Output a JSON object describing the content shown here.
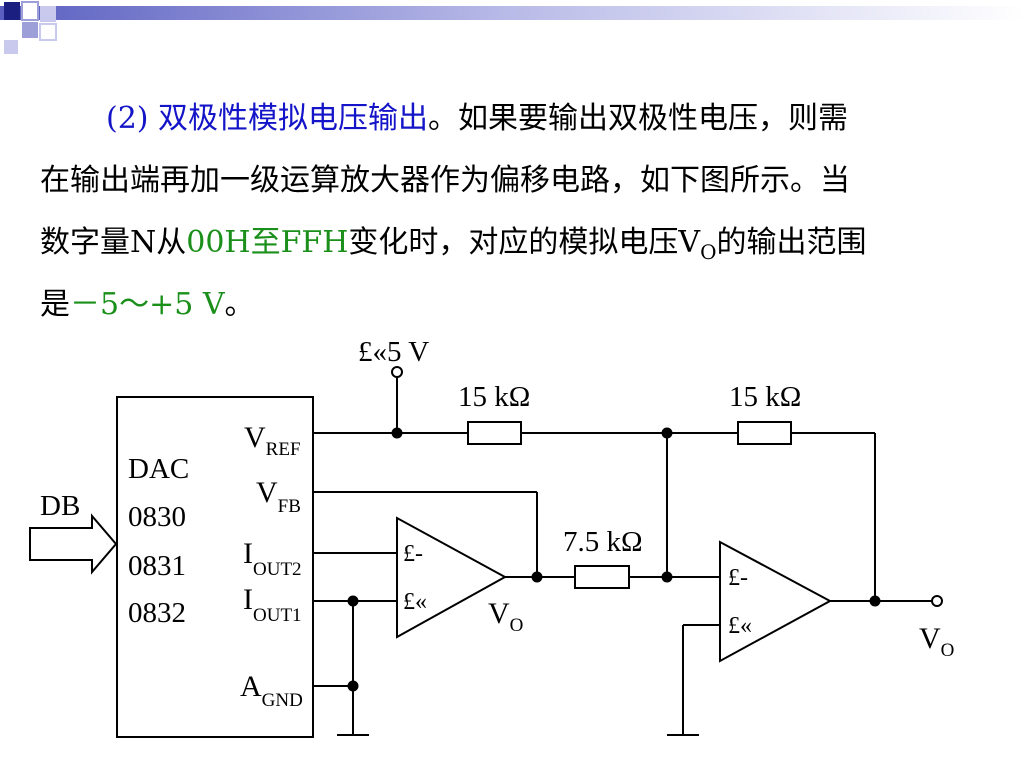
{
  "paragraph": {
    "line1": {
      "prefix": "(2) ",
      "heading": "双极性模拟电压输出",
      "period": "。",
      "rest": "如果要输出双极性电压，则需"
    },
    "line2": "在输出端再加一级运算放大器作为偏移电路，如下图所示。当",
    "line3": {
      "a": "数字量N从",
      "b": "00H至FFH",
      "c": "变化时，对应的模拟电压V",
      "sub": "O",
      "d": "的输出范围"
    },
    "line4": {
      "a": "是",
      "b": "－5～+5 V",
      "c": "。"
    }
  },
  "circuit": {
    "supply_label": "£«5 V",
    "r1_label": "15 kΩ",
    "r2_label": "15 kΩ",
    "r3_label": "7.5 kΩ",
    "dac_name": "DAC",
    "dac_models": [
      "0830",
      "0831",
      "0832"
    ],
    "db_label": "DB",
    "pins": {
      "vref": "V",
      "vref_sub": "REF",
      "vfb": "V",
      "vfb_sub": "FB",
      "iout2": "I",
      "iout2_sub": "OUT2",
      "iout1": "I",
      "iout1_sub": "OUT1",
      "agnd": "A",
      "agnd_sub": "GND"
    },
    "opamp1": {
      "minus": "£-",
      "plus": "£«",
      "out": "V",
      "out_sub": "O"
    },
    "opamp2": {
      "minus": "£-",
      "plus": "£«",
      "out": "V",
      "out_sub": "O"
    }
  },
  "colors": {
    "heading": "#1414c8",
    "highlight": "#1a8f1a",
    "decor": "#4b4fb0"
  }
}
